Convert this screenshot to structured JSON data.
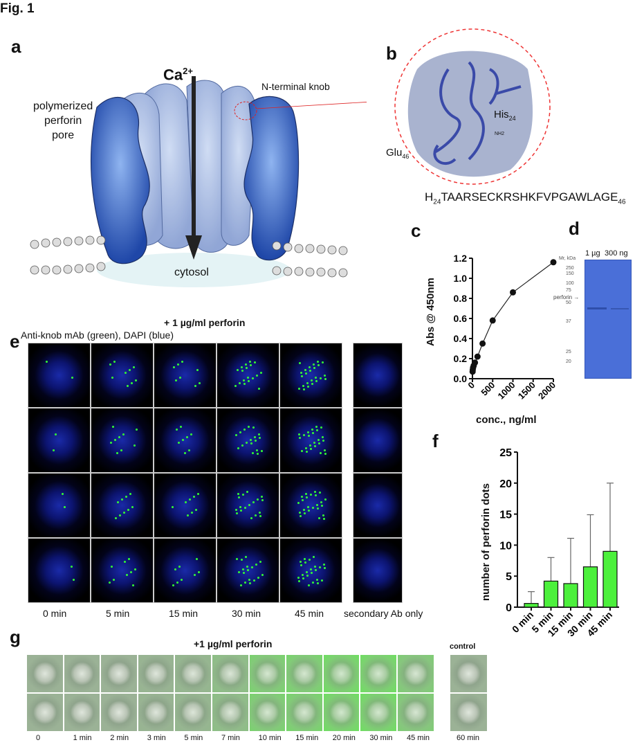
{
  "figure_title": "Fig. 1",
  "panels": {
    "a": {
      "label": "a",
      "ion": "Ca",
      "ion_charge": "2+",
      "pore_label": [
        "polymerized",
        "perforin",
        "pore"
      ],
      "knob_label": "N-terminal knob",
      "cytosol": "cytosol"
    },
    "b": {
      "label": "b",
      "his": "His",
      "his_sub": "24",
      "glu": "Glu",
      "glu_sub": "46",
      "nh2": "NH2",
      "seq_start": "H",
      "seq_start_sub": "24",
      "sequence": "TAARSECKRSHKFVPGAWLAGE",
      "seq_end_sub": "46"
    },
    "d": {
      "label": "d",
      "mr": "Mr, kDa",
      "lanes": [
        "1 µg",
        "300 ng"
      ],
      "markers": [
        "250",
        "150",
        "100",
        "75",
        "50",
        "37",
        "25",
        "20"
      ],
      "band": "perforin"
    },
    "e": {
      "label": "e",
      "title": "+ 1 µg/ml perforin",
      "subtitle": "Anti-knob mAb (green), DAPI (blue)",
      "columns": [
        "0 min",
        "5 min",
        "15 min",
        "30 min",
        "45 min"
      ],
      "control": "secondary Ab only",
      "green_intensity": [
        0.05,
        0.3,
        0.25,
        0.6,
        0.8
      ]
    },
    "g": {
      "label": "g",
      "title": "+1 µg/ml perforin",
      "control_title": "control",
      "columns": [
        "0",
        "1 min",
        "2 min",
        "3 min",
        "5 min",
        "7 min",
        "10 min",
        "15 min",
        "20 min",
        "30 min",
        "45 min"
      ],
      "control": "60 min",
      "green_intensity": [
        0,
        0,
        0,
        0.05,
        0.1,
        0.25,
        0.6,
        0.65,
        0.8,
        0.8,
        0.5
      ]
    }
  },
  "chart_data": [
    {
      "panel": "c",
      "label": "c",
      "type": "scatter",
      "xlabel": "conc., ng/ml",
      "ylabel": "Abs @ 450nm",
      "xlim": [
        0,
        2000
      ],
      "ylim": [
        0,
        1.2
      ],
      "xticks": [
        0,
        500,
        1000,
        1500,
        2000
      ],
      "yticks": [
        "0.0",
        "0.2",
        "0.4",
        "0.6",
        "0.8",
        "1.0",
        "1.2"
      ],
      "x": [
        4,
        8,
        16,
        31,
        62,
        125,
        250,
        500,
        1000,
        2000
      ],
      "y": [
        0.07,
        0.09,
        0.11,
        0.13,
        0.16,
        0.22,
        0.35,
        0.58,
        0.86,
        1.16
      ],
      "fit_line": true
    },
    {
      "panel": "f",
      "label": "f",
      "type": "bar",
      "ylabel": "number of perforin dots",
      "ylim": [
        0,
        25
      ],
      "yticks": [
        "0",
        "5",
        "10",
        "15",
        "20",
        "25"
      ],
      "categories": [
        "0 min",
        "5 min",
        "15 min",
        "30 min",
        "45 min"
      ],
      "values": [
        0.6,
        4.2,
        3.8,
        6.5,
        9.0
      ],
      "error_upper": [
        2.5,
        8.0,
        11.1,
        14.9,
        20.0
      ],
      "color": "#4cf03c"
    }
  ]
}
